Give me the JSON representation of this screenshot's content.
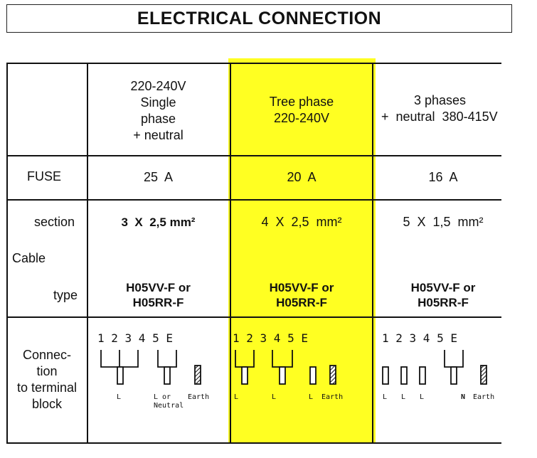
{
  "title": "ELECTRICAL  CONNECTION",
  "header": {
    "col1": [
      "220-240V",
      "Single",
      "phase",
      "+ neutral"
    ],
    "col2": [
      "Tree  phase",
      "220-240V"
    ],
    "col3": [
      "3  phases",
      "+  neutral  380-415V"
    ]
  },
  "fuse": {
    "label": "FUSE",
    "col1": "25  A",
    "col2": "20  A",
    "col3": "16  A"
  },
  "cable": {
    "label": "Cable",
    "section_label": "section",
    "type_label": "type",
    "section": {
      "col1": "3  X  2,5 mm²",
      "col2": "4  X  2,5  mm²",
      "col3": "5  X  1,5  mm²"
    },
    "type": {
      "col1": [
        "H05VV-F or",
        "H05RR-F"
      ],
      "col2": [
        "H05VV-F or",
        "H05RR-F"
      ],
      "col3": [
        "H05VV-F or",
        "H05RR-F"
      ]
    }
  },
  "terminal": {
    "label": [
      "Connec-",
      "tion",
      "to  terminal",
      "block"
    ],
    "numbers": "1 2 3 4 5 E",
    "col1_labels": {
      "l": "L",
      "l_or": "L or",
      "neutral": "Neutral",
      "earth": "Earth"
    },
    "col2_labels": {
      "l1": "L",
      "l2": "L",
      "l3": "L",
      "earth": "Earth"
    },
    "col3_labels": {
      "l1": "L",
      "l2": "L",
      "l3": "L",
      "n": "N",
      "earth": "Earth"
    }
  },
  "colors": {
    "highlight": "#ffff22",
    "line": "#111111"
  }
}
